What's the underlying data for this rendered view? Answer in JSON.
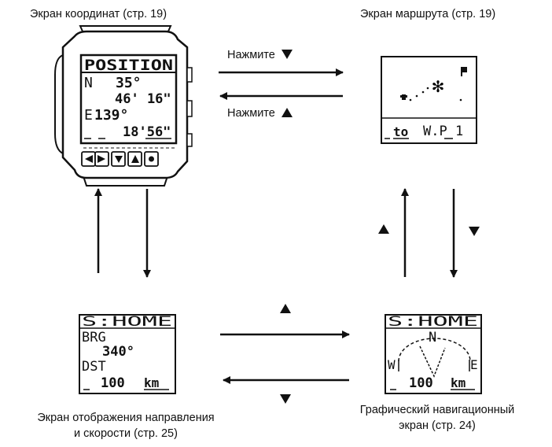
{
  "captions": {
    "coordinates": "Экран координат (стр. 19)",
    "route": "Экран маршрута (стр. 19)",
    "direction_line1": "Экран отображения направления",
    "direction_line2": "и скорости (стр. 25)",
    "graphic_line1": "Графический навигационный",
    "graphic_line2": "экран (стр. 24)"
  },
  "arrow_labels": {
    "press_down": "Нажмите",
    "press_up": "Нажмите"
  },
  "position_screen": {
    "title": "POSITION",
    "lat_dir": "N",
    "lat_deg": "35°",
    "lat_min_sec": "46' 16\"",
    "lon_dir": "E",
    "lon_deg": "139°",
    "lon_min_sec": "18'56\""
  },
  "route_screen": {
    "bottom_to": "to",
    "bottom_wp": "W.P 1"
  },
  "direction_screen": {
    "title": "S:HOME",
    "brg_label": "BRG",
    "brg_value": "340°",
    "dst_label": "DST",
    "dst_value": "100",
    "dst_unit": "km"
  },
  "graphic_screen": {
    "title": "S:HOME",
    "north": "N",
    "west": "W",
    "east": "E",
    "dst_value": "100",
    "dst_unit": "km"
  }
}
